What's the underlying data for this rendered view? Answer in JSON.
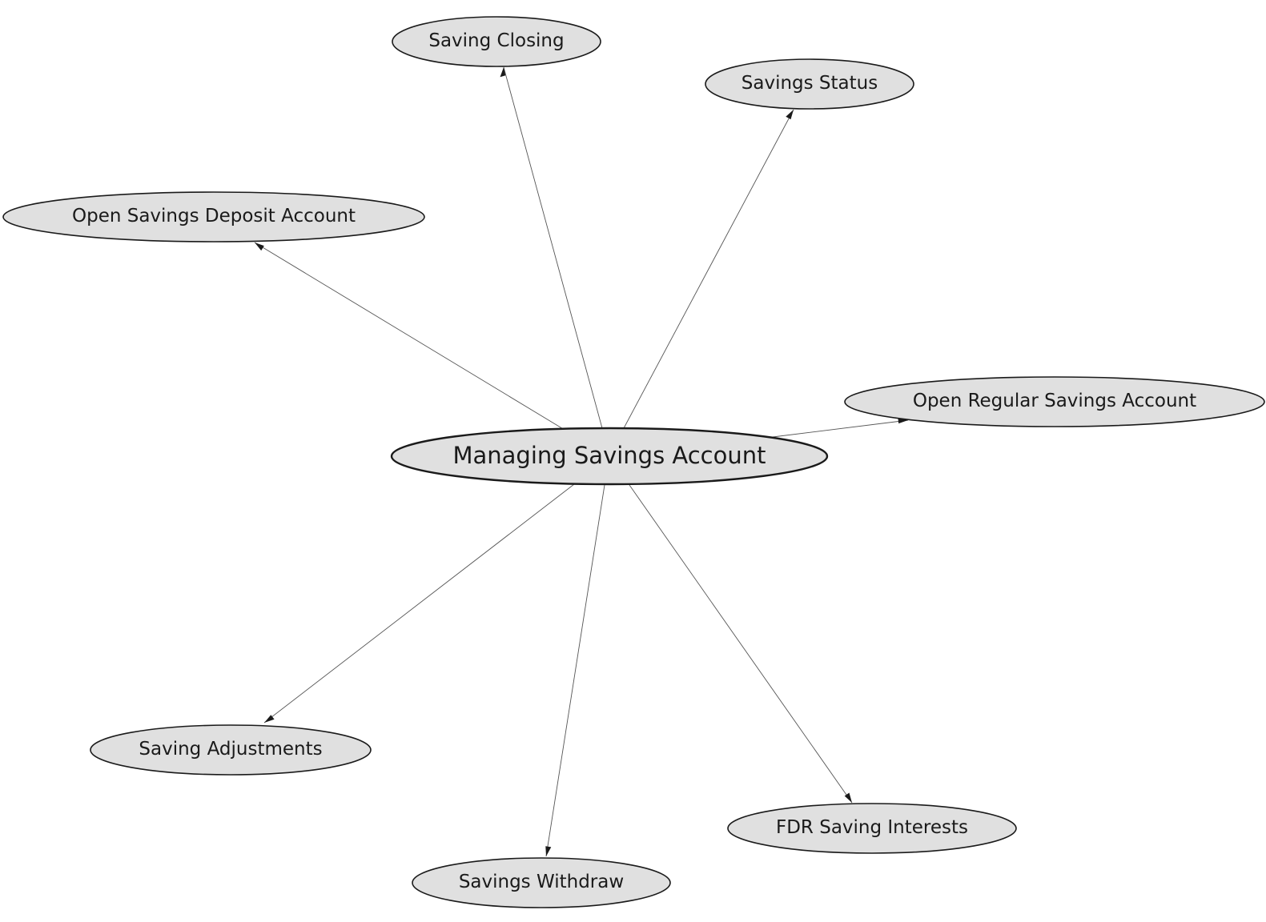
{
  "center": {
    "id": "managing",
    "label": "Managing Savings Account"
  },
  "nodes": [
    {
      "id": "closing",
      "label": "Saving Closing"
    },
    {
      "id": "status",
      "label": "Savings Status"
    },
    {
      "id": "deposit",
      "label": "Open Savings Deposit Account"
    },
    {
      "id": "regular",
      "label": "Open Regular Savings Account"
    },
    {
      "id": "adjustments",
      "label": "Saving Adjustments"
    },
    {
      "id": "withdraw",
      "label": "Savings Withdraw"
    },
    {
      "id": "fdr",
      "label": "FDR Saving Interests"
    }
  ],
  "edges": [
    {
      "from": "managing",
      "to": "closing"
    },
    {
      "from": "managing",
      "to": "status"
    },
    {
      "from": "managing",
      "to": "deposit"
    },
    {
      "from": "managing",
      "to": "regular"
    },
    {
      "from": "managing",
      "to": "adjustments"
    },
    {
      "from": "managing",
      "to": "withdraw"
    },
    {
      "from": "managing",
      "to": "fdr"
    }
  ],
  "colors": {
    "node_fill": "#e0e0e0",
    "node_stroke": "#1a1a1a",
    "edge_stroke": "#555555"
  }
}
